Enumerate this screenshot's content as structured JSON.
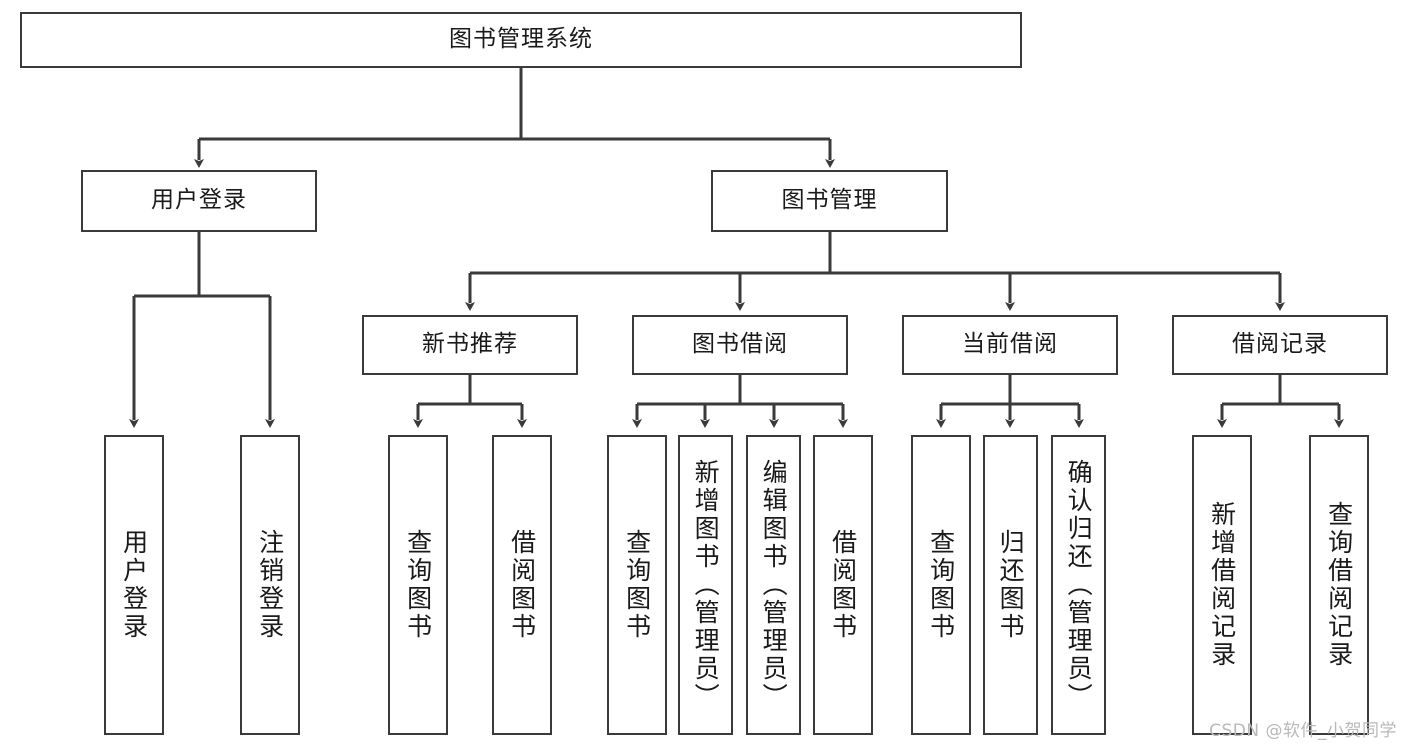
{
  "diagram": {
    "title": "图书管理系统",
    "type": "tree-hierarchy",
    "orientation": "top-down",
    "levels": 4
  },
  "root": {
    "label": "图书管理系统"
  },
  "level2": [
    {
      "label": "用户登录"
    },
    {
      "label": "图书管理"
    }
  ],
  "level3": [
    {
      "label": "新书推荐"
    },
    {
      "label": "图书借阅"
    },
    {
      "label": "当前借阅"
    },
    {
      "label": "借阅记录"
    }
  ],
  "leaves": {
    "user_login": [
      {
        "label": "用户登录"
      },
      {
        "label": "注销登录"
      }
    ],
    "new_book_recommend": [
      {
        "label": "查询图书"
      },
      {
        "label": "借阅图书"
      }
    ],
    "book_borrow": [
      {
        "label": "查询图书"
      },
      {
        "label": "新增图书（管理员）"
      },
      {
        "label": "编辑图书（管理员）"
      },
      {
        "label": "借阅图书"
      }
    ],
    "current_borrow": [
      {
        "label": "查询图书"
      },
      {
        "label": "归还图书"
      },
      {
        "label": "确认归还（管理员）"
      }
    ],
    "borrow_record": [
      {
        "label": "新增借阅记录"
      },
      {
        "label": "查询借阅记录"
      }
    ]
  },
  "watermark": {
    "text": "CSDN @软件_小贺同学"
  },
  "colors": {
    "stroke": "#3a3a3a",
    "background": "#ffffff",
    "text": "#1a1a1a",
    "watermark": "#b9b9b9"
  }
}
